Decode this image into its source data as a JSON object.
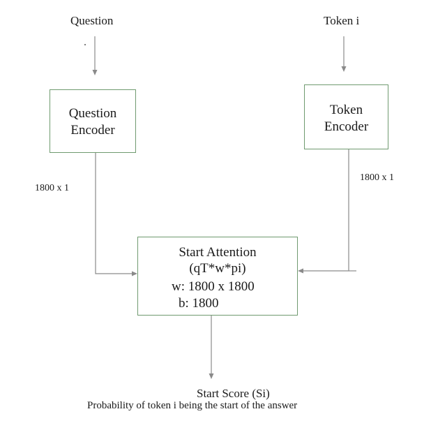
{
  "inputs": {
    "question": "Question",
    "token": "Token i"
  },
  "question_encoder": {
    "line1": "Question",
    "line2": "Encoder",
    "dimension": "1800 x 1"
  },
  "token_encoder": {
    "line1": "Token",
    "line2": "Encoder",
    "dimension": "1800 x 1"
  },
  "start_attention": {
    "title": "Start Attention",
    "formula": "(qT*w*pi)",
    "w": "w: 1800 x 1800",
    "b": "b: 1800"
  },
  "output": {
    "title": "Start Score (Si)",
    "description": "Probability of token i being the start of the answer"
  },
  "colors": {
    "box_border": "#6f9a6f",
    "arrow": "#8a8a8a",
    "text": "#1a1a1a"
  }
}
